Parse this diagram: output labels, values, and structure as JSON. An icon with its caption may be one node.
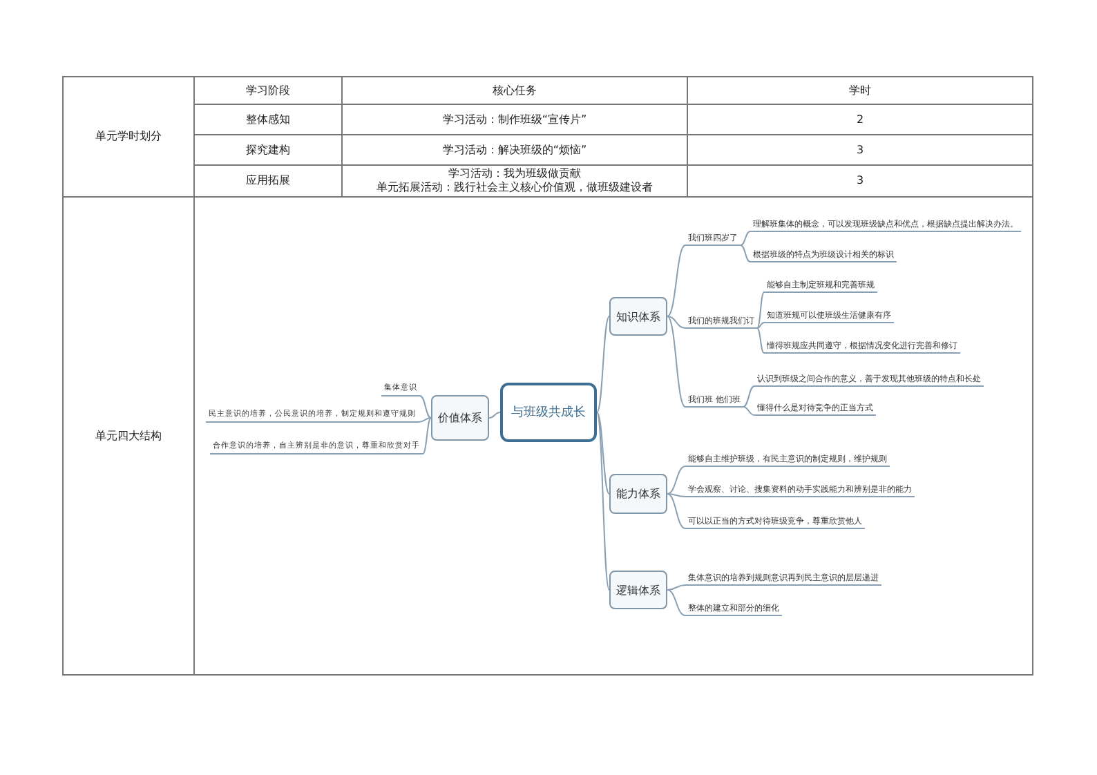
{
  "diagram": {
    "nodes": [
      {
        "text": [
          "与班级共成长"
        ]
      },
      {
        "text": [
          "价值体系"
        ]
      },
      {
        "text": [
          "集体意识"
        ]
      },
      {
        "text": [
          "民主意识的培养，公民意识的培养，制定规则和遵守规则"
        ]
      },
      {
        "text": [
          "合作意识的培养，自主辨别是非的意识，尊重和欣赏对手"
        ]
      },
      {
        "text": [
          "知识体系"
        ]
      },
      {
        "text": [
          "我们班四岁了"
        ]
      },
      {
        "text": [
          "理解班集体的概念，可以发现班级缺点和优点，根据缺点提出解决办法。"
        ]
      },
      {
        "text": [
          "根据班级的特点为班级设计相关的标识"
        ]
      },
      {
        "text": [
          "我们的班规我们订"
        ]
      },
      {
        "text": [
          "能够自主制定班规和完善班规"
        ]
      },
      {
        "text": [
          "知道班规可以使班级生活健康有序"
        ]
      },
      {
        "text": [
          "懂得班规应共同遵守，根据情况变化进行完善和修订"
        ]
      },
      {
        "text": [
          "我们班 他们班"
        ]
      },
      {
        "text": [
          "认识到班级之间合作的意义，善于发现其他班级的特点和长处"
        ]
      },
      {
        "text": [
          "懂得什么是对待竞争的正当方式"
        ]
      },
      {
        "text": [
          "能力体系"
        ]
      },
      {
        "text": [
          "能够自主维护班级，有民主意识的制定规则，维护规则"
        ]
      },
      {
        "text": [
          "学会观察、讨论、搜集资料的动手实践能力和辨别是非的能力"
        ]
      },
      {
        "text": [
          "可以以正当的方式对待班级竞争，尊重欣赏他人"
        ]
      },
      {
        "text": [
          "逻辑体系"
        ]
      },
      {
        "text": [
          "集体意识的培养到规则意识再到民主意识的层层递进"
        ]
      },
      {
        "text": [
          "整体的建立和部分的细化"
        ]
      }
    ],
    "edges": [
      {
        "from": 0,
        "to": 1,
        "arrow": "none"
      },
      {
        "from": 1,
        "to": 2,
        "arrow": "none"
      },
      {
        "from": 1,
        "to": 3,
        "arrow": "none"
      },
      {
        "from": 1,
        "to": 4,
        "arrow": "none"
      },
      {
        "from": 0,
        "to": 5,
        "arrow": "none"
      },
      {
        "from": 5,
        "to": 6,
        "arrow": "none"
      },
      {
        "from": 6,
        "to": 7,
        "arrow": "none"
      },
      {
        "from": 6,
        "to": 8,
        "arrow": "none"
      },
      {
        "from": 5,
        "to": 9,
        "arrow": "none"
      },
      {
        "from": 9,
        "to": 10,
        "arrow": "none"
      },
      {
        "from": 9,
        "to": 11,
        "arrow": "none"
      },
      {
        "from": 9,
        "to": 12,
        "arrow": "none"
      },
      {
        "from": 5,
        "to": 13,
        "arrow": "none"
      },
      {
        "from": 13,
        "to": 14,
        "arrow": "none"
      },
      {
        "from": 13,
        "to": 15,
        "arrow": "none"
      },
      {
        "from": 0,
        "to": 16,
        "arrow": "none"
      },
      {
        "from": 16,
        "to": 17,
        "arrow": "none"
      },
      {
        "from": 16,
        "to": 18,
        "arrow": "none"
      },
      {
        "from": 16,
        "to": 19,
        "arrow": "none"
      },
      {
        "from": 0,
        "to": 20,
        "arrow": "none"
      },
      {
        "from": 20,
        "to": 21,
        "arrow": "none"
      },
      {
        "from": 20,
        "to": 22,
        "arrow": "none"
      }
    ],
    "labels": [
      "单元学时划分",
      "学习阶段",
      "核心任务",
      "学时",
      "整体感知",
      "学习活动：制作班级“宣传片”",
      "2",
      "探究建构",
      "学习活动：解决班级的“烦恼”",
      "3",
      "应用拓展",
      "学习活动：我为班级做贡献",
      "单元拓展活动：践行社会主义核心价值观，做班级建设者",
      "3",
      "单元四大结构"
    ]
  }
}
